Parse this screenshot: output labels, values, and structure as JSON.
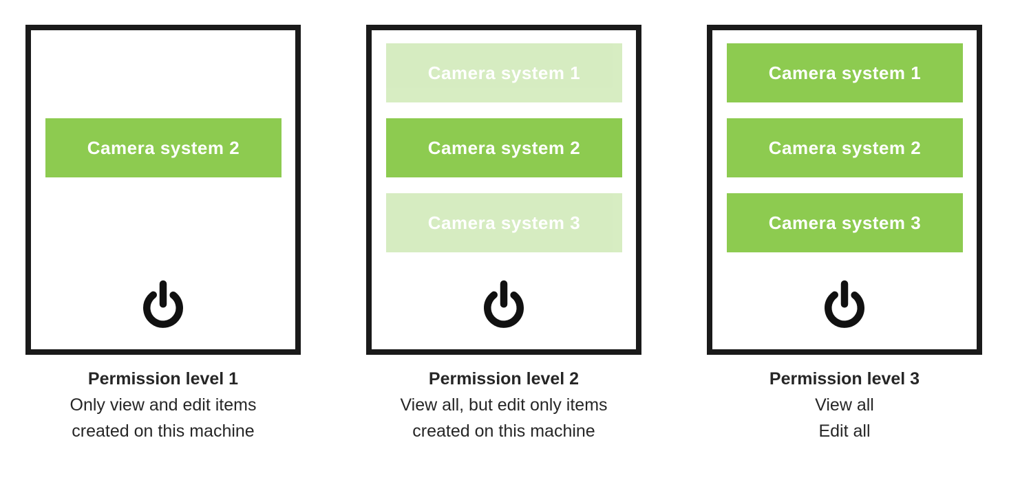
{
  "colors": {
    "accent_green": "#8dcb50",
    "faded_green": "#d9eec3",
    "frame_border": "#1a1a1a",
    "caption_text": "#262626",
    "button_text": "#ffffff"
  },
  "panels": [
    {
      "icon": "power-icon",
      "buttons": [
        {
          "label": "Camera system 2",
          "state": "active",
          "slot": 2
        }
      ],
      "caption": {
        "title": "Permission level 1",
        "lines": [
          "Only view and edit items",
          "created on this machine"
        ]
      }
    },
    {
      "icon": "power-icon",
      "buttons": [
        {
          "label": "Camera system 1",
          "state": "faded",
          "slot": 1
        },
        {
          "label": "Camera system 2",
          "state": "active",
          "slot": 2
        },
        {
          "label": "Camera system 3",
          "state": "faded",
          "slot": 3
        }
      ],
      "caption": {
        "title": "Permission level 2",
        "lines": [
          "View all, but edit only items",
          "created on this machine"
        ]
      }
    },
    {
      "icon": "power-icon",
      "buttons": [
        {
          "label": "Camera system 1",
          "state": "active",
          "slot": 1
        },
        {
          "label": "Camera system 2",
          "state": "active",
          "slot": 2
        },
        {
          "label": "Camera system 3",
          "state": "active",
          "slot": 3
        }
      ],
      "caption": {
        "title": "Permission level 3",
        "lines": [
          "View all",
          "Edit all"
        ]
      }
    }
  ]
}
